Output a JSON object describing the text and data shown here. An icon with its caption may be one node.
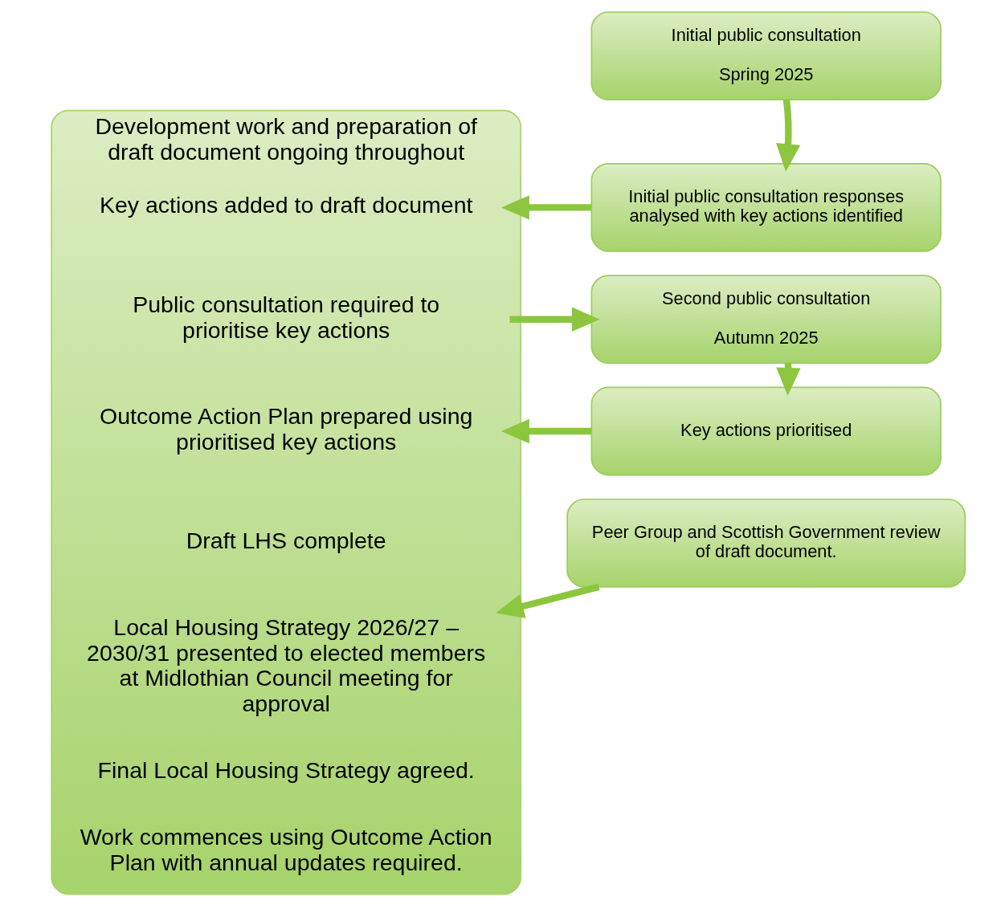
{
  "diagram": {
    "nodes": [
      {
        "text": [
          "Development work and preparation of draft document ongoing throughout"
        ]
      },
      {
        "text": [
          "Key actions added to draft document"
        ],
        "in": 0
      },
      {
        "text": [
          "Public consultation required to prioritise key actions"
        ],
        "in": 0
      },
      {
        "text": [
          "Outcome Action Plan prepared using prioritised key actions"
        ],
        "in": 0
      },
      {
        "text": [
          "Draft LHS complete"
        ],
        "in": 0
      },
      {
        "text": [
          "Local Housing Strategy 2026/27 – 2030/31 presented to elected members at Midlothian Council meeting for approval"
        ],
        "in": 0
      },
      {
        "text": [
          "Final Local Housing Strategy agreed."
        ],
        "in": 0
      },
      {
        "text": [
          "Work commences using Outcome Action Plan with annual updates required."
        ],
        "in": 0
      },
      {
        "text": [
          "Initial public consultation",
          "Spring 2025"
        ]
      },
      {
        "text": [
          "Initial public consultation responses analysed with key actions identified"
        ]
      },
      {
        "text": [
          "Second public consultation",
          "Autumn 2025"
        ]
      },
      {
        "text": [
          "Key actions prioritised"
        ]
      },
      {
        "text": [
          "Peer Group and Scottish Government review of draft document."
        ]
      }
    ],
    "edges": [
      {
        "from": 8,
        "to": 9,
        "arrow": "to"
      },
      {
        "from": 9,
        "to": 1,
        "arrow": "to"
      },
      {
        "from": 2,
        "to": 10,
        "arrow": "to"
      },
      {
        "from": 10,
        "to": 11,
        "arrow": "to"
      },
      {
        "from": 11,
        "to": 3,
        "arrow": "to"
      },
      {
        "from": 12,
        "to": 5,
        "arrow": "to"
      }
    ]
  }
}
